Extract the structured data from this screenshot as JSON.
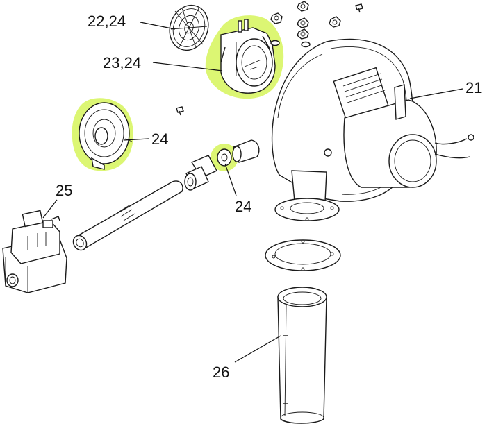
{
  "labels": {
    "blower": "21",
    "cover": "22,24",
    "housing": "23,24",
    "diaphragm": "24",
    "oring": "24",
    "valve": "25",
    "tube": "26"
  },
  "colors": {
    "highlight": "#d6f45a",
    "line": "#1a1a1a",
    "background": "#ffffff"
  }
}
